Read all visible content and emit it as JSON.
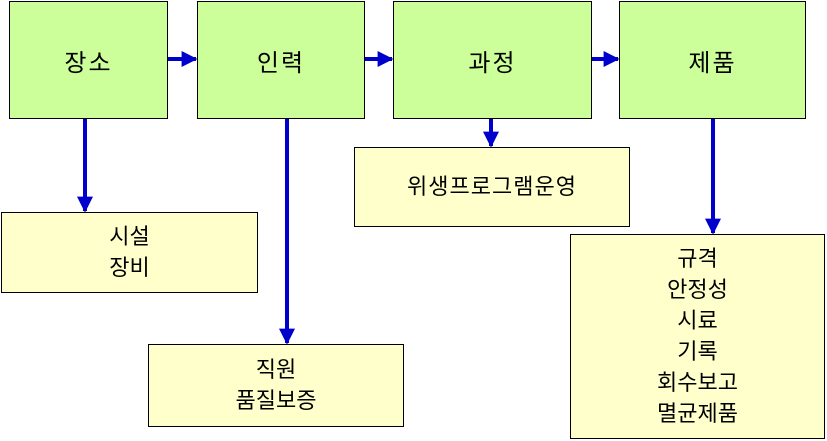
{
  "colors": {
    "main_box": "#ccff99",
    "detail_box": "#ffffcc",
    "arrow": "#0000cc"
  },
  "stages": [
    {
      "label": "장소"
    },
    {
      "label": "인력"
    },
    {
      "label": "과정"
    },
    {
      "label": "제품"
    }
  ],
  "details": {
    "place": [
      "시설",
      "장비"
    ],
    "personnel": [
      "직원",
      "품질보증"
    ],
    "process": [
      "위생프로그램운영"
    ],
    "product": [
      "규격",
      "안정성",
      "시료",
      "기록",
      "회수보고",
      "멸균제품"
    ]
  }
}
